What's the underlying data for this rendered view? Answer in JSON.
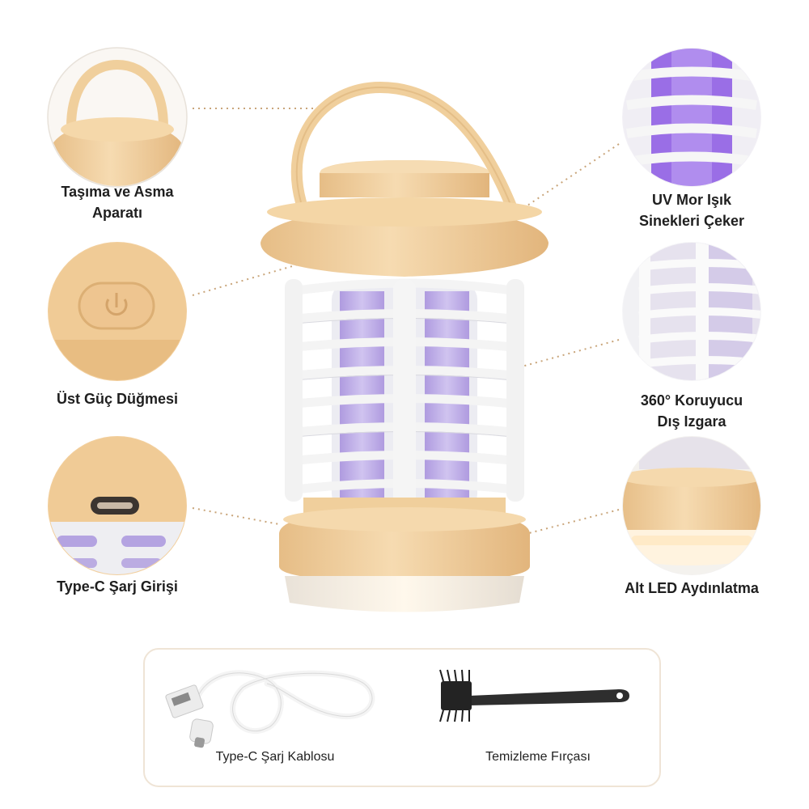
{
  "features": {
    "handle": {
      "line1": "Taşıma ve Asma",
      "line2": "Aparatı"
    },
    "uv_light": {
      "line1": "UV Mor Işık",
      "line2": "Sinekleri Çeker"
    },
    "power_button": {
      "line1": "Üst Güç Düğmesi"
    },
    "grid": {
      "line1": "360° Koruyucu",
      "line2": "Dış Izgara"
    },
    "charging_port": {
      "line1": "Type-C Şarj Girişi"
    },
    "led": {
      "line1": "Alt LED Aydınlatma"
    }
  },
  "accessories": {
    "cable_label": "Type-C Şarj Kablosu",
    "brush_label": "Temizleme Fırçası"
  },
  "colors": {
    "body": "#f1d2a2",
    "body_shadow": "#dfb47c",
    "grid": "#f3f3f3",
    "uv": "#8d6bd8",
    "led": "#fdf1df",
    "leader": "#c9a57a",
    "box_border": "#efe4d6"
  }
}
